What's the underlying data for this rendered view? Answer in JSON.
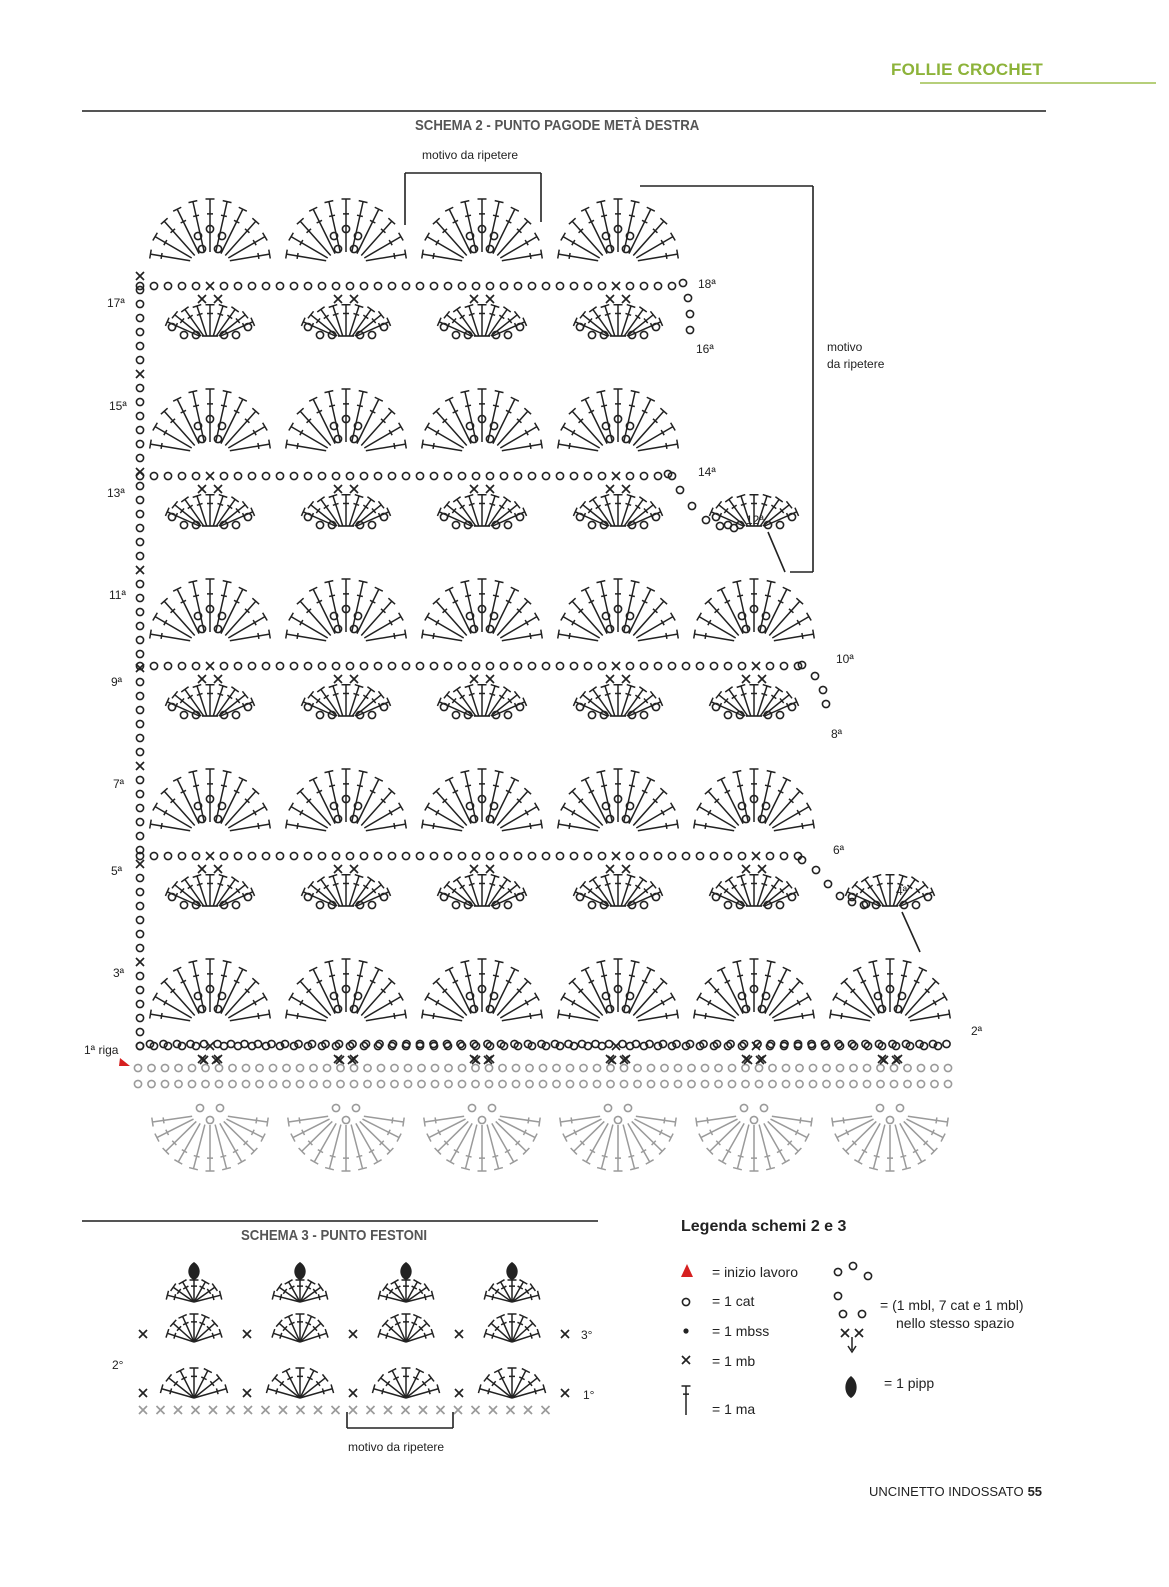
{
  "header": {
    "brand": "FOLLIE CROCHET"
  },
  "schema2": {
    "title": "SCHEMA 2 - PUNTO PAGODE METÀ DESTRA",
    "repeat_top": "motivo da ripetere",
    "repeat_side": [
      "motivo",
      "da ripetere"
    ],
    "left_rows": [
      "17ª",
      "15ª",
      "13ª",
      "11ª",
      "9ª",
      "7ª",
      "5ª",
      "3ª"
    ],
    "start_label": "1ª riga",
    "right_rows": [
      "18ª",
      "16ª",
      "14ª",
      "12ª",
      "10ª",
      "8ª",
      "6ª",
      "4ª",
      "2ª"
    ],
    "fan_columns": 6,
    "pattern_rows": 18
  },
  "schema3": {
    "title": "SCHEMA 3 - PUNTO FESTONI",
    "row_labels": [
      "3°",
      "2°",
      "1°"
    ],
    "repeat": "motivo da ripetere",
    "scallops": 4
  },
  "legend": {
    "title": "Legenda schemi 2 e 3",
    "items": [
      {
        "symbol": "triangle-icon",
        "text": "= inizio lavoro"
      },
      {
        "symbol": "chain-icon",
        "text": "= 1 cat"
      },
      {
        "symbol": "slip-stitch-icon",
        "text": "= 1 mbss"
      },
      {
        "symbol": "single-crochet-icon",
        "text": "= 1 mb"
      },
      {
        "symbol": "double-crochet-icon",
        "text": "= 1 ma"
      }
    ],
    "group_lines": [
      "= (1 mbl, 7 cat e 1 mbl)",
      "nello stesso spazio"
    ],
    "pipp": "= 1 pipp",
    "colors": {
      "accent": "#8db33a",
      "start": "#d62020",
      "grey": "#9a9a9a"
    }
  },
  "footer": {
    "magazine": "UNCINETTO INDOSSATO",
    "page": "55"
  }
}
